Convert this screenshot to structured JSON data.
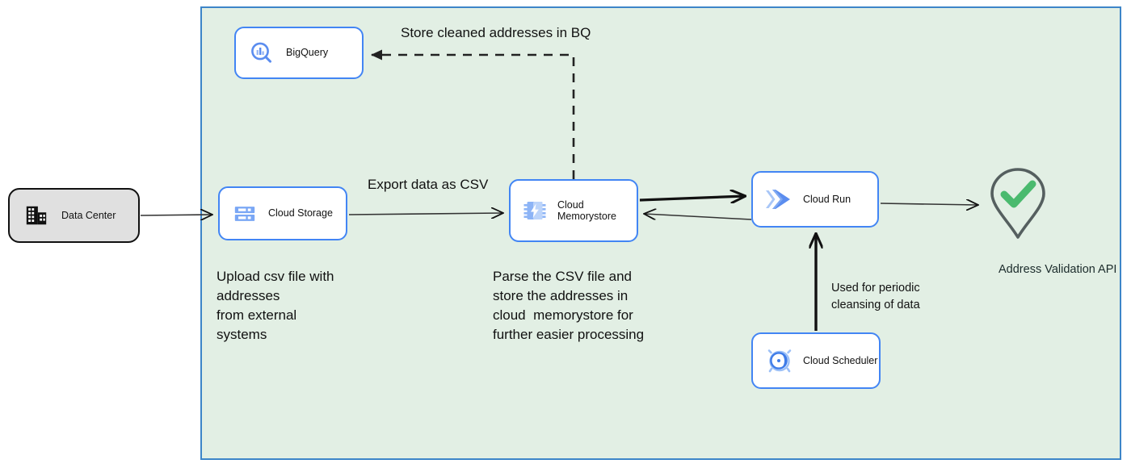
{
  "diagram": {
    "title": "Address cleansing pipeline on Google Cloud",
    "panel": {
      "name": "google-cloud-boundary",
      "fill": "#e2efe4",
      "stroke": "#3d85c8"
    },
    "accent_color": "#4285f4",
    "check_color": "#4aba6e",
    "pin_color": "#555f5f"
  },
  "nodes": [
    {
      "id": "datacenter",
      "label": "Data Center",
      "icon": "data-center-icon"
    },
    {
      "id": "bigquery",
      "label": "BigQuery",
      "icon": "bigquery-icon"
    },
    {
      "id": "storage",
      "label": "Cloud Storage",
      "icon": "cloud-storage-icon"
    },
    {
      "id": "memorystore",
      "label": "Cloud\nMemorystore",
      "icon": "cloud-memorystore-icon"
    },
    {
      "id": "cloudrun",
      "label": "Cloud Run",
      "icon": "cloud-run-icon"
    },
    {
      "id": "scheduler",
      "label": "Cloud Scheduler",
      "icon": "cloud-scheduler-icon"
    },
    {
      "id": "api",
      "label": "Address Validation\nAPI",
      "icon": "map-pin-check-icon"
    }
  ],
  "edge_labels": {
    "store_in_bq": "Store cleaned addresses in BQ",
    "export_csv": "Export data as CSV",
    "periodic_cleansing": "Used for periodic\ncleansing of data"
  },
  "annotations": {
    "upload": "Upload csv file with\naddresses\nfrom external\nsystems",
    "parse": "Parse the CSV file and\nstore the addresses in\ncloud  memorystore for\nfurther easier processing"
  }
}
